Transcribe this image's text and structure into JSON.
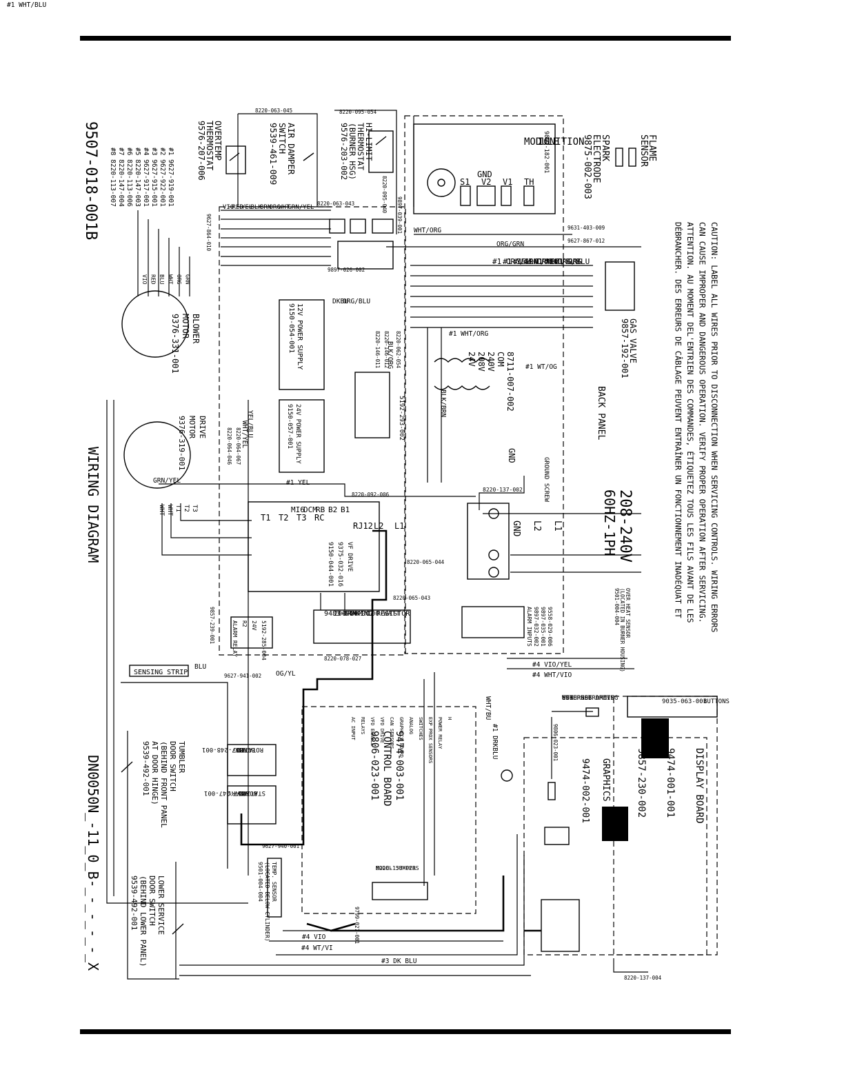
{
  "title": "WIRING DIAGRAM",
  "part_number": "9507-018-001B",
  "document_number": "DN0050N_-11_0_B-_-_-_-_-_X",
  "caution": [
    "CAUTION: LABEL ALL WIRES PRIOR TO DISCONNECTION WHEN SERVICING CONTROLS. WIRING ERRORS",
    "CAN CAUSE IMPROPER AND DANGEROUS OPERATION. VERIFY PROPER OPERATION AFTER SERVICING.",
    "ATTENTION. AU MOMENT DEL'ENTRIEN DES COMMANDES, ÉTIQUETEZ TOUS LES FILS AVANT DE LES",
    "DÉBRANCHER. DES ERREURS DE CÂBLAGE PEUVENT ENTRAÎNER UN FONCTIONNEMENT INADÉQUAT ET"
  ],
  "harness_list": [
    "#1  9627-919-001",
    "#2  9627-922-001",
    "#3  9627-915-001",
    "#4  9627-917-001",
    "#5  8220-147-003",
    "#6  8220-113-006",
    "#7  8220-147-004",
    "#8  8220-113-007"
  ],
  "power": {
    "voltage": "208-240V",
    "phase": "60HZ-1PH",
    "terminals": [
      "GND",
      "L2",
      "L1"
    ],
    "ground_label": "GROUND SCREW",
    "ground_part": "8220-137-002",
    "gnd": "GND"
  },
  "components": {
    "overtemp": [
      "OVERTEMP",
      "THERMOSTAT",
      "9576-207-006"
    ],
    "air_damper": [
      "AIR DAMPER",
      "SWITCH",
      "9539-461-009"
    ],
    "hi_limit": [
      "HI-LIMIT",
      "THERMOSTAT",
      "(BURNER HSG)",
      "9576-203-002"
    ],
    "ignition": [
      "IGNITION",
      "MODULE"
    ],
    "ignition_part": "9857-182-001",
    "ignition_terms": [
      "S1",
      "V2",
      "V1",
      "TH"
    ],
    "ignition_gnd": "GND",
    "spark": [
      "SPARK",
      "ELECTRODE",
      "9875-002-003"
    ],
    "flame": [
      "FLAME",
      "SENSOR"
    ],
    "gas_valve": [
      "GAS VALVE",
      "9857-192-001"
    ],
    "back_panel": "BACK PANEL",
    "blower": [
      "BLOWER",
      "MOTOR",
      "9376-331-001"
    ],
    "drive": [
      "DRIVE",
      "MOTOR",
      "9376-319-001"
    ],
    "psu12": [
      "12V POWER SUPPLY",
      "9150-054-001"
    ],
    "psu24": [
      "24V POWER SUPPLY",
      "9150-057-001"
    ],
    "transformer": [
      "24V",
      "208V",
      "240V",
      "COM",
      "8711-007-002"
    ],
    "relay_board": "5192-293-002",
    "vf_drive": [
      "VF DRIVE",
      "9375-032-016",
      "9150-044-001"
    ],
    "vf_terms_left": [
      "T1",
      "T2",
      "T3",
      "RC"
    ],
    "vf_terms_right": [
      "RJ12",
      "L2",
      "L1"
    ],
    "vf_terms_mid": [
      "MI6",
      "DCM",
      "RB",
      "B2",
      "B1"
    ],
    "braking": [
      "9483-004-002",
      "200-OHM 100-WATT",
      "BRAKING RESISTOR"
    ],
    "alarm": [
      "ALARM RELAY",
      "R2",
      "24V",
      "5192-285-004"
    ],
    "overheat": [
      "OVER HEAT SENSOR",
      "(LOCATED IN BURNER HOUSING)",
      "9501-004-004"
    ],
    "alarm_inputs": [
      "ALARM INPUTS",
      "9897-032-002",
      "9897-035-001",
      "9558-029-006"
    ],
    "sensing": "SENSING STRIP",
    "control_board": [
      "9474-003-001",
      "CONTROL BOARD",
      "9806-023-001"
    ],
    "rotating_board": [
      "ROTATING",
      "BOARD",
      "9857-248-001"
    ],
    "stationary_board": [
      "STATIONARY",
      "BOARD",
      "9857-247-001"
    ],
    "temp_sensor": [
      "TEMP. SENSOR",
      "(LOCATED BELOW CYLINDER)",
      "9501-004-004"
    ],
    "model_jumpers": [
      "8220-158-028",
      "MODEL JUMPERS"
    ],
    "graphics_board": [
      "9474-002-001",
      "GRAPHICS BOARD"
    ],
    "display_board": [
      "DISPLAY BOARD",
      "9474-001-001",
      "9857-230-002"
    ],
    "buttons": [
      "BUTTONS",
      "9035-063-001"
    ],
    "usb": [
      "FOR PROGRAMMING",
      "WITH USB DRIVE",
      "USB",
      "ETHERNET"
    ],
    "tumbler_door": [
      "TUMBLER",
      "DOOR SWITCH",
      "(BEHIND FRONT PANEL",
      "AT DOOR HINGE)",
      "9539-492-001"
    ],
    "lower_door": [
      "LOWER SERVICE",
      "DOOR SWITCH",
      "(BEHIND LOWER PANEL)",
      "9539-492-001"
    ],
    "board_labels": [
      "AC INPUT",
      "RELAYS",
      "VFD ENABLE",
      "VFD DRIVE",
      "CAN SENSORS",
      "GRAPHICS BOARD",
      "ANALOG",
      "SWITCHES",
      "EXP PROX SENSORS",
      "POWER RELAY",
      "H"
    ]
  },
  "wires": {
    "harness1": [
      "#1 ORG/GRN",
      "#1 YEL",
      "#1 WHT/YEL",
      "#1 DRKBLU",
      "#1 WHT/BLU",
      "#1 ORG/BLU",
      "#1 ORG"
    ],
    "left_bundle": [
      "VIO",
      "RED",
      "YEL",
      "BLK",
      "BRN",
      "ORG",
      "WHT",
      "GRN/YEL"
    ],
    "misc": [
      "WHT/ORG",
      "ORG/GRN",
      "GRN/YEL",
      "#1 WHT/ORG",
      "#1 WT/OG",
      "#1 YEL",
      "#4 VIO/YEL",
      "#4 WHT/VIO",
      "#4 VIO",
      "#4 WT/VI",
      "#3 DK BLU",
      "OG/YL",
      "BLU",
      "YEL/BLU",
      "WHT/YEL",
      "BLK/BRN",
      "BLK/ORG",
      "ORG/BLU",
      "DKBU",
      "WHT/BU",
      "#1 DRKBLU",
      "#1 WHT/BLU"
    ],
    "parts": [
      "8220-063-045",
      "8220-095-054",
      "8220-063-043",
      "8220-095-040",
      "9897-039-001",
      "9897-026-002",
      "9627-864-010",
      "9631-403-009",
      "9627-867-012",
      "8220-092-006",
      "8220-065-044",
      "8220-065-043",
      "8220-078-027",
      "9627-941-002",
      "9627-940-001",
      "9799-027-001",
      "8220-137-004",
      "9806-023-001",
      "8220-146-011",
      "8220-146-012",
      "8220-062-054",
      "8220-064-067",
      "8220-064-046",
      "9857-239-001"
    ]
  },
  "motor_wires_blower": [
    "VIO",
    "RED",
    "BLU",
    "WHT",
    "ORG",
    "GRN"
  ],
  "motor_wires_drive": [
    "WHT",
    "WHT",
    "T1",
    "T2",
    "T3"
  ]
}
